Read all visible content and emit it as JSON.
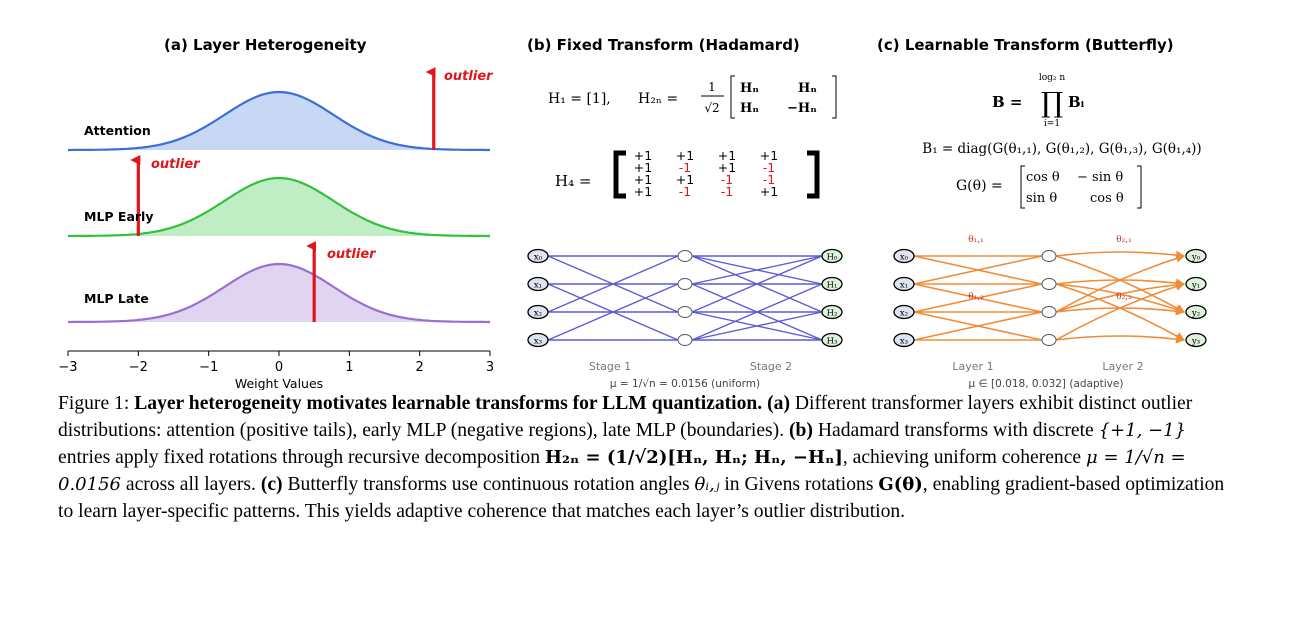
{
  "panel_a": {
    "title": "(a) Layer Heterogeneity",
    "rows": [
      {
        "label": "Attention",
        "outlier_label": "outlier",
        "outlier_x": 2.2
      },
      {
        "label": "MLP Early",
        "outlier_label": "outlier",
        "outlier_x": -2.0
      },
      {
        "label": "MLP Late",
        "outlier_label": "outlier",
        "outlier_x": 0.5
      }
    ],
    "xlabel": "Weight Values",
    "xticks": [
      "−3",
      "−2",
      "−1",
      "0",
      "1",
      "2",
      "3"
    ],
    "xlim": [
      -3,
      3
    ],
    "colors": {
      "attention": "#3b6fd9",
      "mlp_early": "#2fc23a",
      "mlp_late": "#9a6fd1",
      "outlier": "#e0161b"
    }
  },
  "panel_b": {
    "title": "(b) Fixed Transform (Hadamard)",
    "eq_h1": "H₁ = [1],",
    "eq_h2n_lhs": "H₂ₙ =",
    "eq_frac_num": "1",
    "eq_frac_den": "√2",
    "matrix_h2n": [
      "Hₙ",
      "Hₙ",
      "Hₙ",
      "−Hₙ"
    ],
    "h4_lhs": "H₄ =",
    "h4_matrix": [
      [
        "+1",
        "+1",
        "+1",
        "+1"
      ],
      [
        "+1",
        "-1",
        "+1",
        "-1"
      ],
      [
        "+1",
        "+1",
        "-1",
        "-1"
      ],
      [
        "+1",
        "-1",
        "-1",
        "+1"
      ]
    ],
    "inputs": [
      "x₀",
      "x₁",
      "x₂",
      "x₃"
    ],
    "outputs": [
      "H₀",
      "H₁",
      "H₂",
      "H₃"
    ],
    "stage1": "Stage 1",
    "stage2": "Stage 2",
    "coherence": "μ = 1/√n = 0.0156 (uniform)"
  },
  "panel_c": {
    "title": "(c) Learnable Transform (Butterfly)",
    "eq_b_lhs": "B =",
    "eq_prod": "∏",
    "eq_prod_top": "log₂ n",
    "eq_prod_bottom": "i=1",
    "eq_prod_term": "Bᵢ",
    "eq_b1": "B₁ = diag(G(θ₁,₁), G(θ₁,₂), G(θ₁,₃), G(θ₁,₄))",
    "eq_g_lhs": "G(θ) =",
    "g_matrix": [
      "cos θ",
      "− sin θ",
      "sin θ",
      "cos θ"
    ],
    "inputs": [
      "x₀",
      "x₁",
      "x₂",
      "x₃"
    ],
    "outputs": [
      "y₀",
      "y₁",
      "y₂",
      "y₃"
    ],
    "theta_labels": [
      "θ₁,₁",
      "θ₂,₁",
      "θ₁,₂",
      "θ₂,₂"
    ],
    "layer1": "Layer 1",
    "layer2": "Layer 2",
    "coherence": "μ ∈ [0.018, 0.032] (adaptive)"
  },
  "caption": {
    "prefix": "Figure 1: ",
    "bold": "Layer heterogeneity motivates learnable transforms for LLM quantization.",
    "a_tag": "(a)",
    "a_text": " Different transformer layers exhibit distinct outlier distributions: attention (positive tails), early MLP (negative regions), late MLP (boundaries). ",
    "b_tag": "(b)",
    "b_text1": " Hadamard transforms with discrete ",
    "b_set": "{+1, −1}",
    "b_text2": " entries apply fixed rotations through recursive decomposition ",
    "b_eq": "H₂ₙ = (1/√2)[Hₙ, Hₙ; Hₙ, −Hₙ]",
    "b_text3": ", achieving uniform coherence ",
    "b_mu": "μ = 1/√n = 0.0156",
    "b_text4": " across all layers. ",
    "c_tag": "(c)",
    "c_text1": " Butterfly transforms use continuous rotation angles ",
    "c_theta": "θᵢ,ⱼ",
    "c_text2": " in Givens rotations ",
    "c_g": "G(θ)",
    "c_text3": ", enabling gradient-based optimization to learn layer-specific patterns. This yields adaptive coherence that matches each layer’s outlier distribution."
  }
}
